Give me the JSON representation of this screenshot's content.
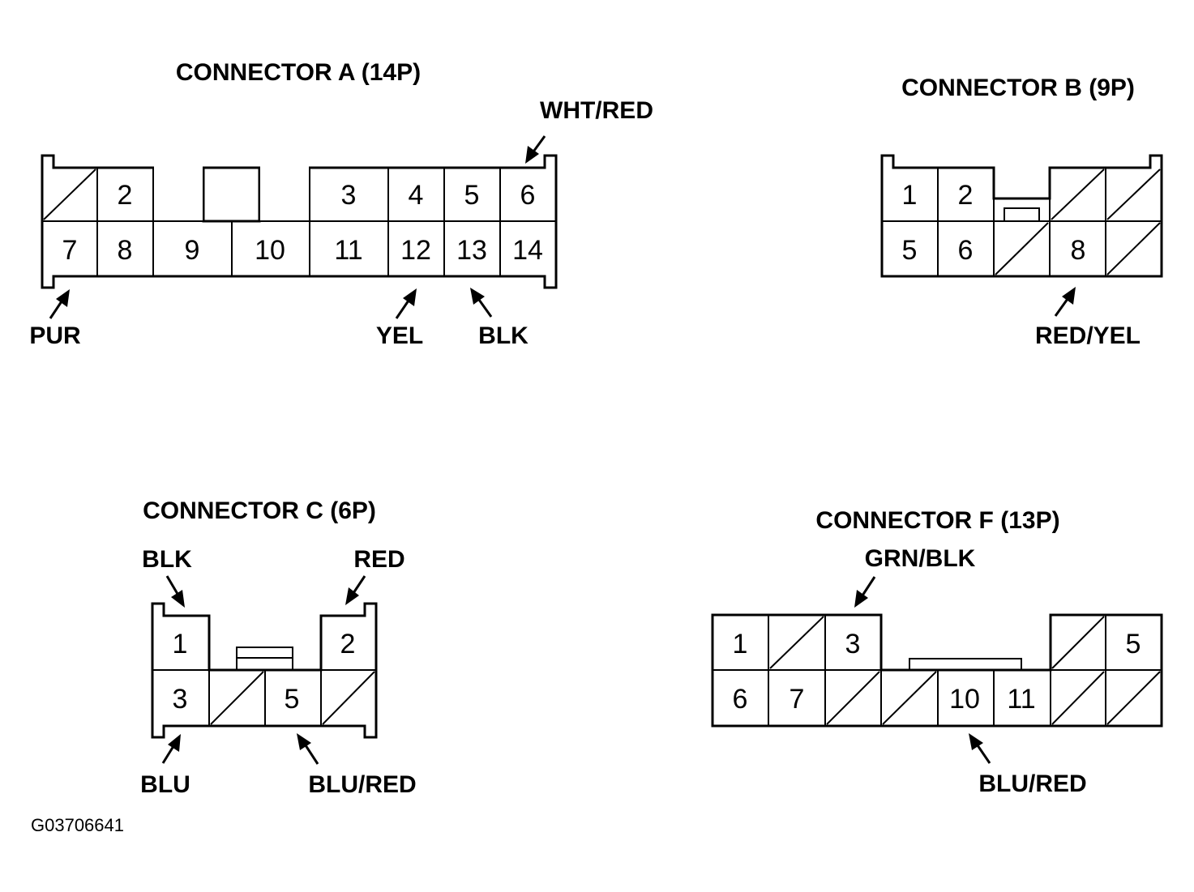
{
  "figure_id": "G03706641",
  "connectors": {
    "a": {
      "title": "CONNECTOR A (14P)",
      "pins": [
        "2",
        "3",
        "4",
        "5",
        "6",
        "7",
        "8",
        "9",
        "10",
        "11",
        "12",
        "13",
        "14"
      ],
      "wires": [
        "WHT/RED",
        "PUR",
        "YEL",
        "BLK"
      ]
    },
    "b": {
      "title": "CONNECTOR B (9P)",
      "pins": [
        "1",
        "2",
        "5",
        "6",
        "8"
      ],
      "wires": [
        "RED/YEL"
      ]
    },
    "c": {
      "title": "CONNECTOR C (6P)",
      "pins": [
        "1",
        "2",
        "3",
        "5"
      ],
      "wires": [
        "BLK",
        "RED",
        "BLU",
        "BLU/RED"
      ]
    },
    "f": {
      "title": "CONNECTOR F (13P)",
      "pins": [
        "1",
        "3",
        "5",
        "6",
        "7",
        "10",
        "11"
      ],
      "wires": [
        "GRN/BLK",
        "BLU/RED"
      ]
    }
  }
}
